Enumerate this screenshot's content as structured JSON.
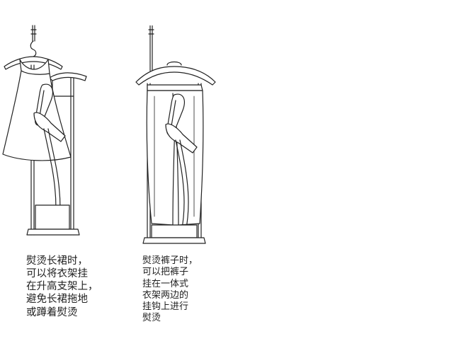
{
  "captions": {
    "dress": [
      "熨烫长裙时，",
      "可以将衣架挂",
      "在升高支架上，",
      "避免长裙拖地",
      "或蹲着熨烫"
    ],
    "pants": [
      "熨烫裤子时，",
      "可以把裤子",
      "挂在一体式",
      "衣架两边的",
      "挂钩上进行",
      "熨烫"
    ]
  }
}
